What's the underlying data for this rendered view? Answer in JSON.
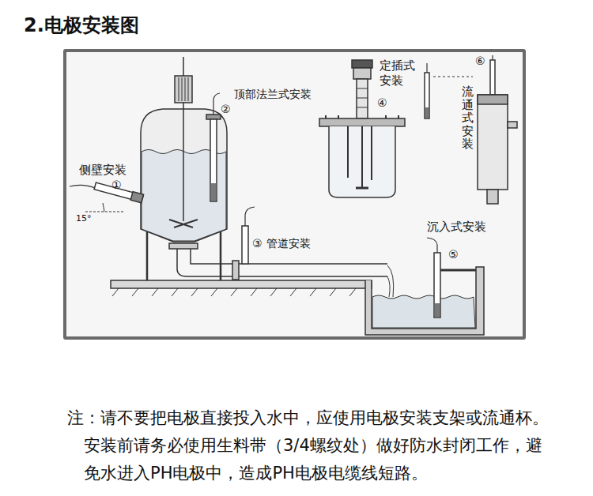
{
  "diagram": {
    "title": "2.电极安装图",
    "caption": "注：请不要把电极直接投入水中，应使用电极安装支架或流通杯。安装前请务必使用生料带（3/4螺纹处）做好防水封闭工作，避免水进入PH电极中，造成PH电极电缆线短路。",
    "labels": [
      "侧壁安装",
      "①",
      "15°",
      "顶部法兰式安装",
      "②",
      "③",
      "管道安装",
      "定插式安装",
      "④",
      "⑥",
      "流通式安装",
      "沉入式安装",
      "⑤"
    ]
  }
}
